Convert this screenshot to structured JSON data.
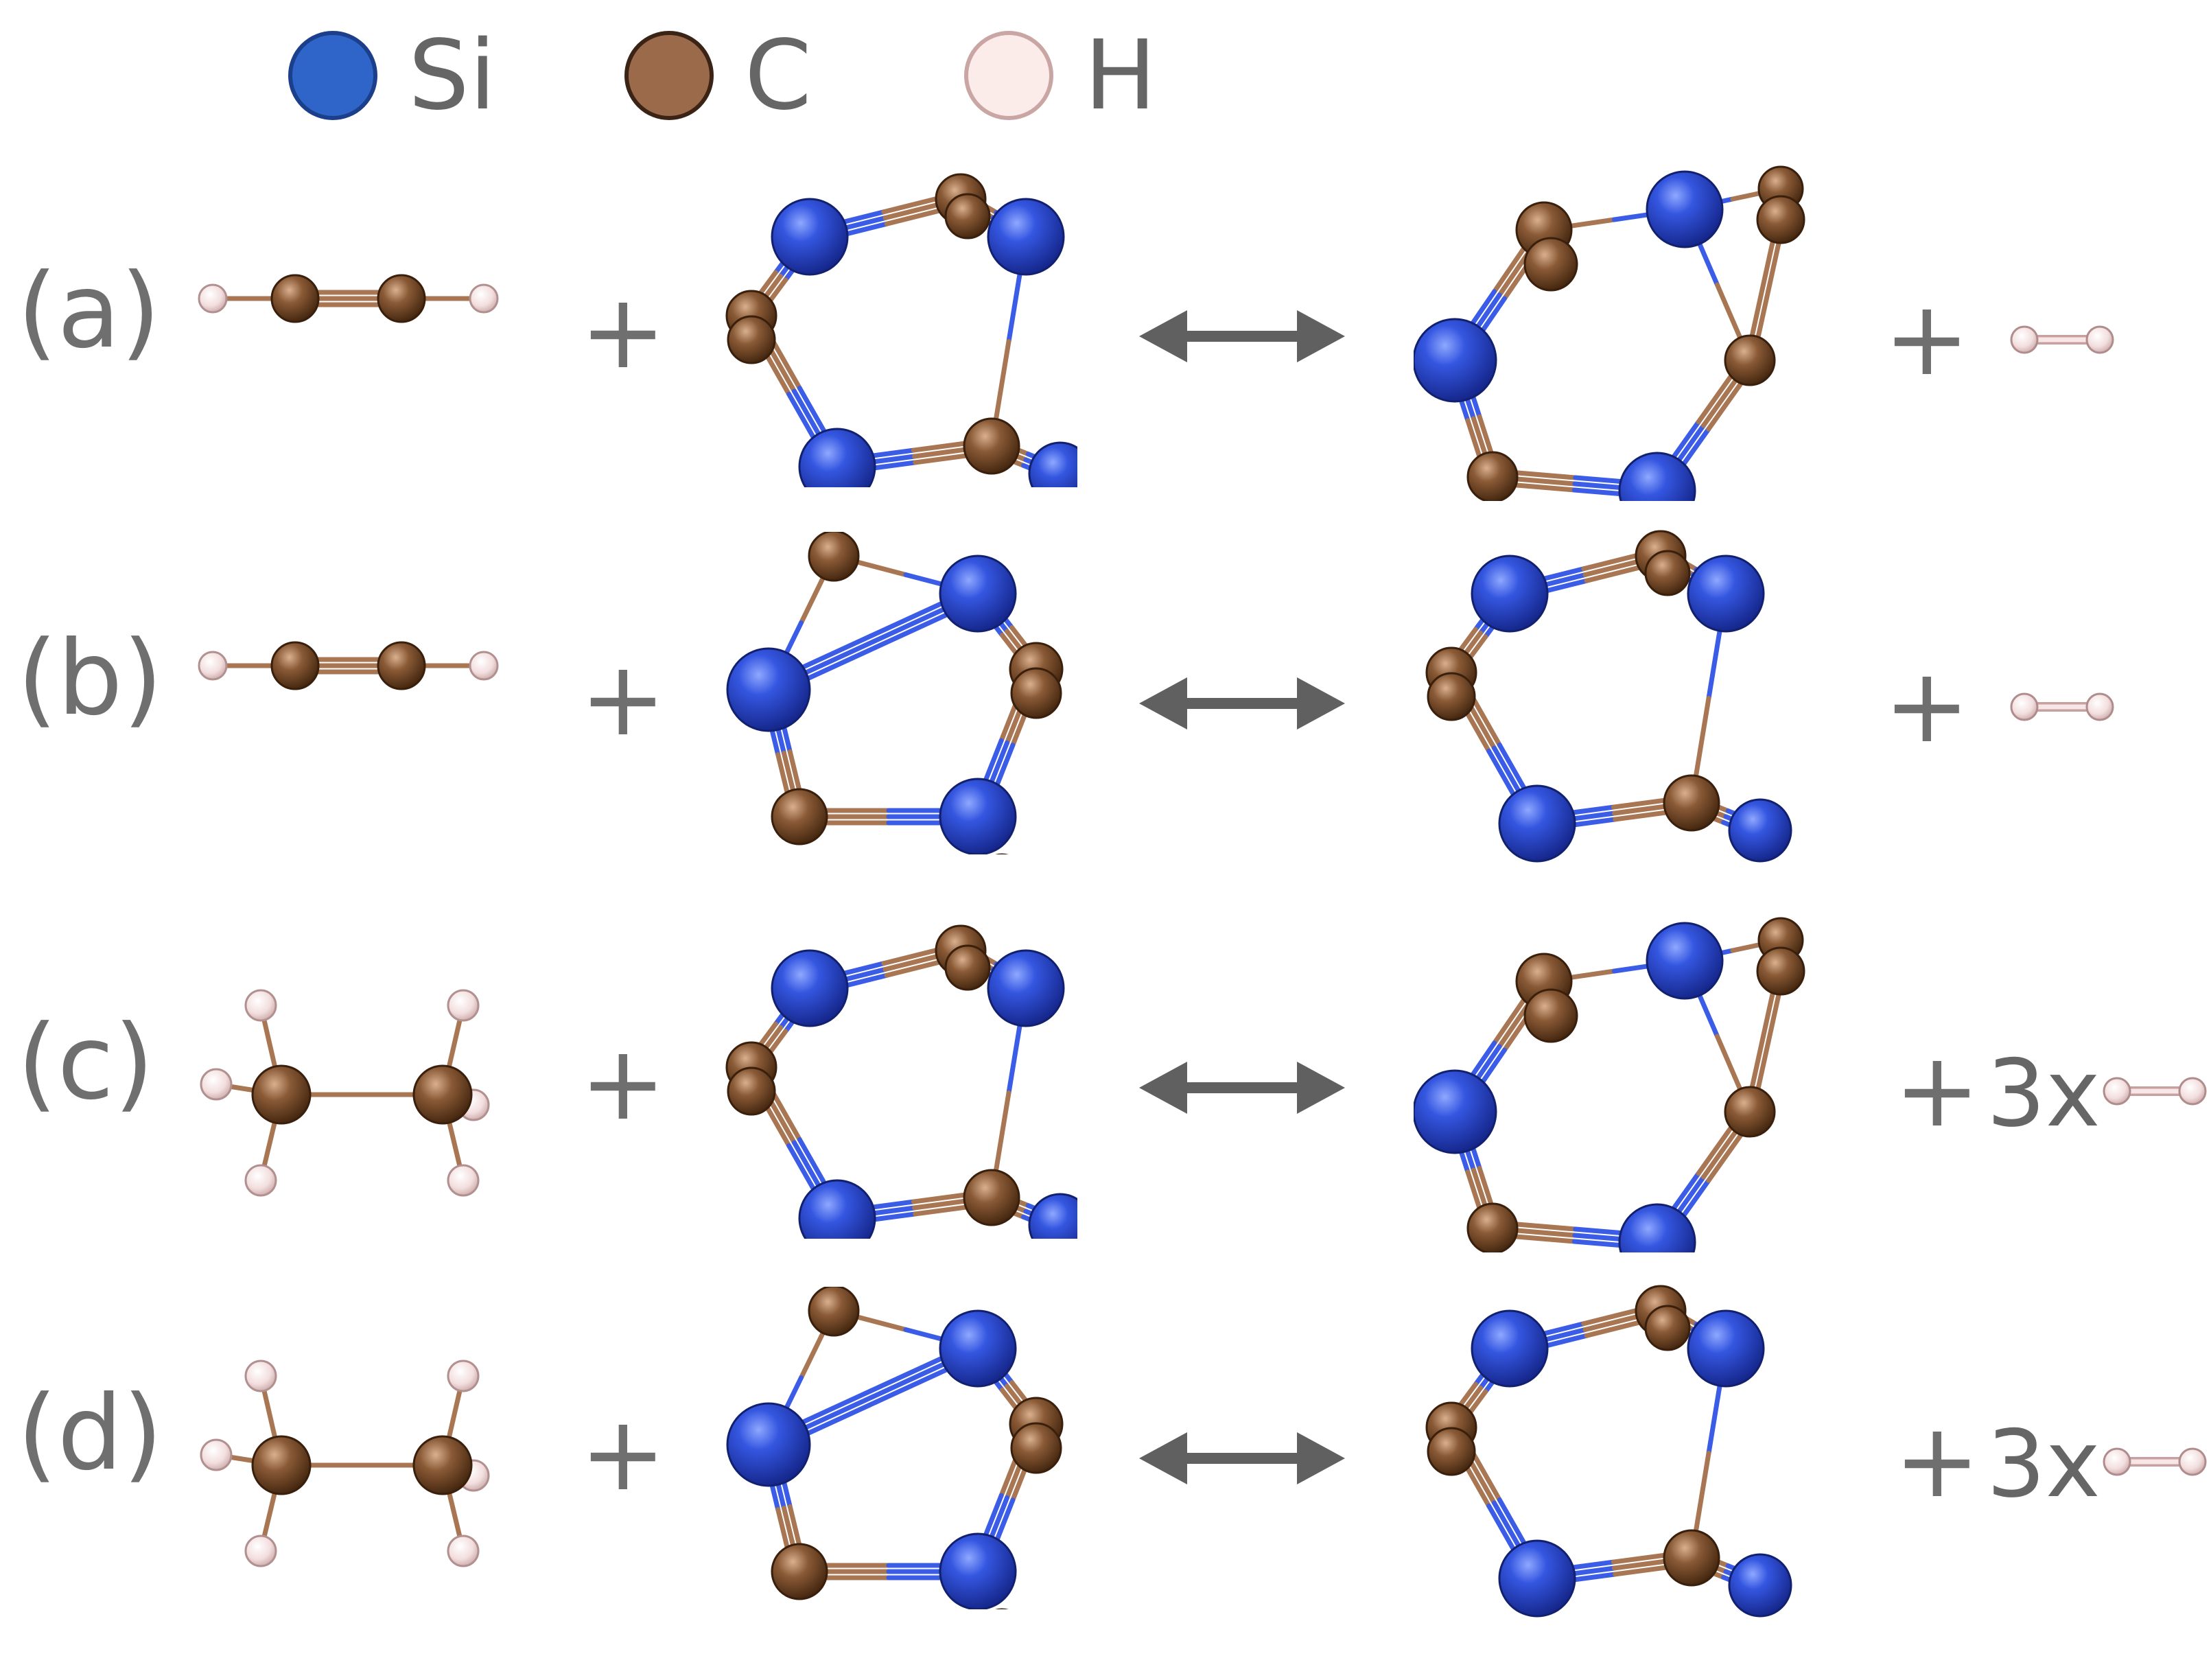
{
  "legend": {
    "items": [
      {
        "label": "Si",
        "color": "#2f64c8",
        "edge": "#1b3f8a"
      },
      {
        "label": "C",
        "color": "#9b6a4b",
        "edge": "#3b2416"
      },
      {
        "label": "H",
        "color": "#fbecea",
        "edge": "#c9a6a4"
      }
    ]
  },
  "rows": [
    {
      "label": "(a)",
      "reactant": "acetylene",
      "surface": "pentagon",
      "product": "distorted",
      "plus": "+",
      "coef": "",
      "result_plus": "+"
    },
    {
      "label": "(b)",
      "reactant": "acetylene",
      "surface": "triangle",
      "product": "pentagon",
      "plus": "+",
      "coef": "",
      "result_plus": "+"
    },
    {
      "label": "(c)",
      "reactant": "ethane",
      "surface": "pentagon",
      "product": "distorted",
      "plus": "+",
      "coef": "3x",
      "result_plus": "+"
    },
    {
      "label": "(d)",
      "reactant": "ethane",
      "surface": "triangle",
      "product": "pentagon",
      "plus": "+",
      "coef": "3x",
      "result_plus": "+"
    }
  ],
  "colors": {
    "si": "#2a4fd6",
    "si_dark": "#18309a",
    "c": "#8a5a36",
    "c_dark": "#4a2c15",
    "h": "#f3dcdc",
    "h_edge": "#b99595",
    "arrow": "#606060",
    "text": "#6a6a6a"
  },
  "icons": {
    "arrow": "double-headed-arrow-icon",
    "h2": "hydrogen-molecule-icon"
  }
}
